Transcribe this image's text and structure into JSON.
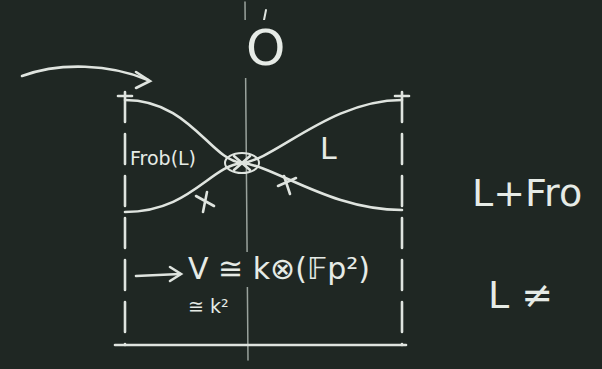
{
  "diagram": {
    "labels": [
      "O",
      "Frob(L)",
      "L",
      "V ≅ k⊗(𝔽p²)",
      "≅ k²",
      "L+Fro",
      "L ≠"
    ]
  }
}
